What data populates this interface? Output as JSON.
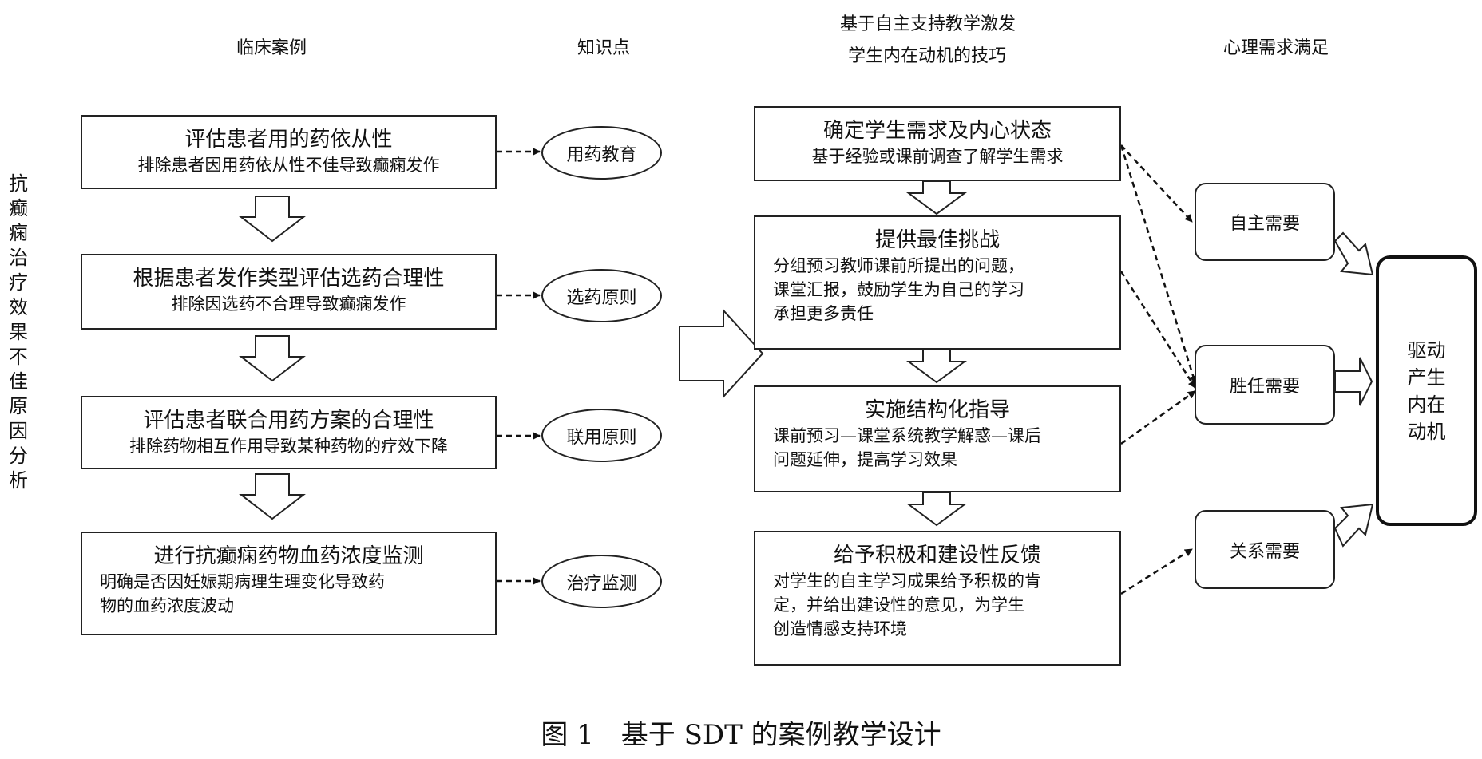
{
  "headers": {
    "clinical": "临床案例",
    "knowledge": "知识点",
    "skills_line1": "基于自主支持教学激发",
    "skills_line2": "学生内在动机的技巧",
    "needs": "心理需求满足"
  },
  "side_title": [
    "抗",
    "癫",
    "痫",
    "治",
    "疗",
    "效",
    "果",
    "不",
    "佳",
    "原",
    "因",
    "分",
    "析"
  ],
  "clinical_steps": [
    {
      "title": "评估患者用的药依从性",
      "detail": "排除患者因用药依从性不佳导致癫痫发作"
    },
    {
      "title": "根据患者发作类型评估选药合理性",
      "detail": "排除因选药不合理导致癫痫发作"
    },
    {
      "title": "评估患者联合用药方案的合理性",
      "detail": "排除药物相互作用导致某种药物的疗效下降"
    },
    {
      "title": "进行抗癫痫药物血药浓度监测",
      "detail_lines": [
        "明确是否因妊娠期病理生理变化导致药",
        "物的血药浓度波动"
      ]
    }
  ],
  "knowledge_points": [
    "用药教育",
    "选药原则",
    "联用原则",
    "治疗监测"
  ],
  "skills": [
    {
      "title": "确定学生需求及内心状态",
      "detail_lines": [
        "基于经验或课前调查了解学生需求"
      ]
    },
    {
      "title": "提供最佳挑战",
      "detail_lines": [
        "分组预习教师课前所提出的问题，",
        "课堂汇报，鼓励学生为自己的学习",
        "承担更多责任"
      ]
    },
    {
      "title": "实施结构化指导",
      "detail_lines": [
        "课前预习—课堂系统教学解惑—课后",
        "问题延伸，提高学习效果"
      ]
    },
    {
      "title": "给予积极和建设性反馈",
      "detail_lines": [
        "对学生的自主学习成果给予积极的肯",
        "定，并给出建设性的意见，为学生",
        "创造情感支持环境"
      ]
    }
  ],
  "needs": [
    "自主需要",
    "胜任需要",
    "关系需要"
  ],
  "goal_lines": [
    "驱动",
    "产生",
    "内在",
    "动机"
  ],
  "caption": "图 1　基于 SDT 的案例教学设计"
}
